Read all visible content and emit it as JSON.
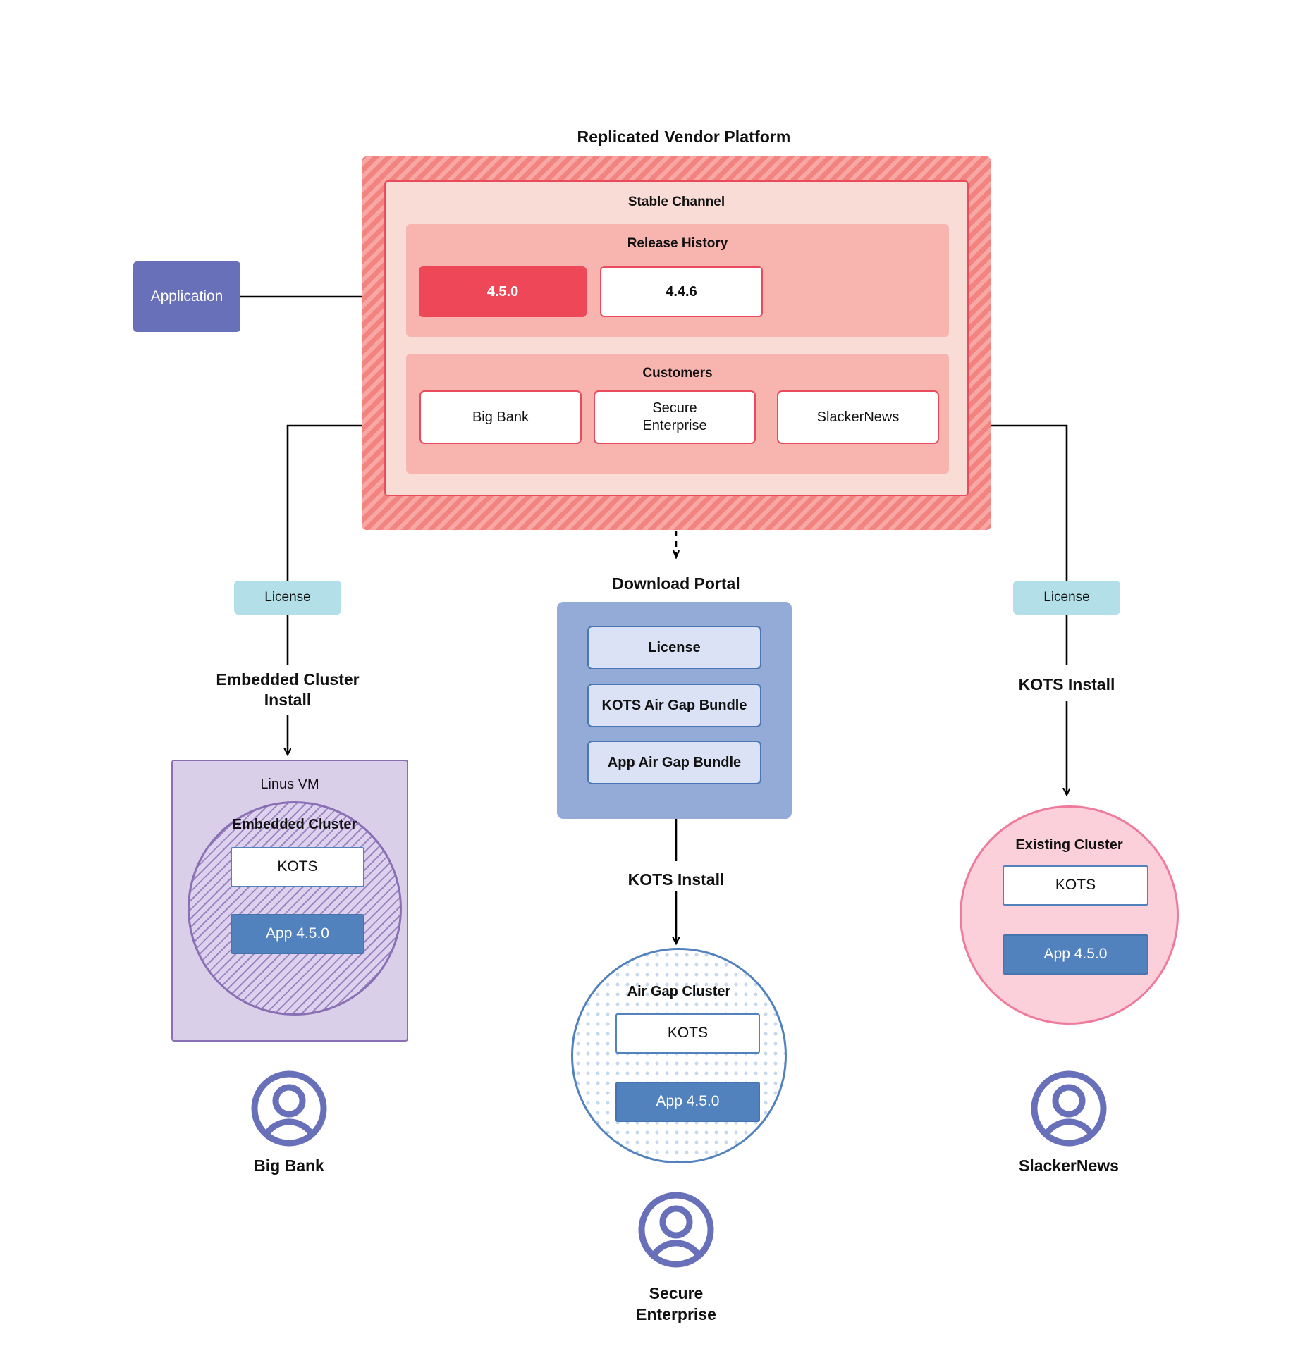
{
  "diagram": {
    "title": "Replicated Vendor Platform"
  },
  "application": {
    "label": "Application"
  },
  "stable_channel": {
    "title": "Stable Channel",
    "release_history": {
      "title": "Release History",
      "releases": [
        {
          "version": "4.5.0",
          "state": "current"
        },
        {
          "version": "4.4.6",
          "state": "previous"
        }
      ]
    },
    "customers": {
      "title": "Customers",
      "items": [
        {
          "name": "Big Bank"
        },
        {
          "name": "Secure\nEnterprise"
        },
        {
          "name": "SlackerNews"
        }
      ]
    }
  },
  "branches": {
    "left": {
      "license_label": "License",
      "install_label": "Embedded Cluster\nInstall",
      "vm_title": "Linus VM",
      "cluster_title": "Embedded Cluster",
      "kots_label": "KOTS",
      "app_label": "App 4.5.0",
      "persona": "Big Bank"
    },
    "center": {
      "portal_title": "Download  Portal",
      "portal_items": [
        {
          "label": "License"
        },
        {
          "label": "KOTS Air Gap Bundle"
        },
        {
          "label": "App Air Gap Bundle"
        }
      ],
      "install_label": "KOTS Install",
      "cluster_title": "Air Gap Cluster",
      "kots_label": "KOTS",
      "app_label": "App 4.5.0",
      "persona": "Secure\nEnterprise"
    },
    "right": {
      "license_label": "License",
      "install_label": "KOTS Install",
      "cluster_title": "Existing Cluster",
      "kots_label": "KOTS",
      "app_label": "App 4.5.0",
      "persona": "SlackerNews"
    }
  },
  "colors": {
    "vendor_hatch": "#f2837e",
    "stable_channel_bg": "#fadcd7",
    "release_panel_bg": "#f8b4ae",
    "release_current": "#ee4757",
    "release_border": "#ea4b5c",
    "application": "#6770b8",
    "license": "#b3e0e8",
    "portal": "#94abd8",
    "portal_item": "#dbe2f5",
    "linux_vm": "#d9cfe9",
    "embedded_cluster_border": "#8a6fb5",
    "airgap_border": "#5282be",
    "existing_cluster": "#fbd0da",
    "existing_cluster_border": "#ef7b9c",
    "kots_border": "#5282be",
    "app_node": "#5282be",
    "avatar": "#6770b8"
  }
}
